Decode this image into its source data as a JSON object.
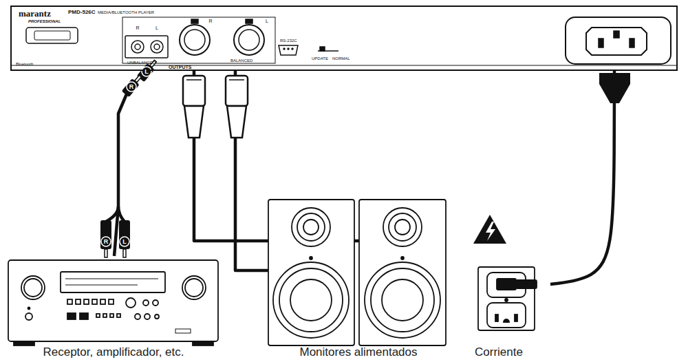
{
  "diagram": {
    "nodes": [
      {
        "text": [
          "marantz",
          "PROFESSIONAL",
          "PMD-526C",
          "MEDIA/BLUETOOTH PLAYER",
          "Bluetooth",
          "UNBALANCED",
          "OUTPUTS",
          "BALANCED",
          "RS-232C",
          "UPDATE",
          "NORMAL"
        ]
      },
      {
        "text": [
          "Receptor, amplificador, etc."
        ]
      },
      {
        "text": [
          "Monitores alimentados"
        ]
      },
      {
        "text": [
          "Corriente"
        ]
      }
    ],
    "edges": [
      {
        "from": 0,
        "to": 1,
        "arrow": "none"
      },
      {
        "from": 0,
        "to": 2,
        "arrow": "none"
      },
      {
        "from": 0,
        "to": 2,
        "arrow": "none"
      },
      {
        "from": 0,
        "to": 3,
        "arrow": "none"
      }
    ],
    "labels": [
      "R",
      "L",
      "R",
      "L",
      "L",
      "R",
      "R",
      "L"
    ]
  }
}
